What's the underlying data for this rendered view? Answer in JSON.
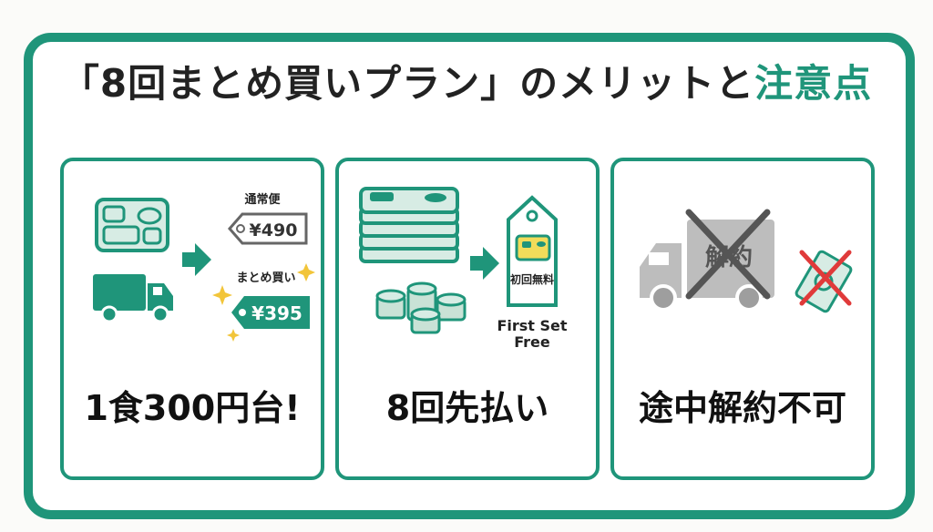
{
  "title": {
    "part1": "「8回まとめ買いプラン」",
    "part2": "のメリットと",
    "part3": "注意点"
  },
  "cards": [
    {
      "caption": "1食300円台!",
      "normal_label": "通常便",
      "normal_price": "¥490",
      "bulk_label": "まとめ買い",
      "bulk_price": "¥395"
    },
    {
      "caption": "8回先払い",
      "tag_label": "初回無料",
      "tag_text_line1": "First Set",
      "tag_text_line2": "Free"
    },
    {
      "caption": "途中解約不可",
      "truck_label": "解約"
    }
  ],
  "colors": {
    "brand": "#1f957a",
    "cross": "#e03a3a",
    "light_green": "#d7ece4",
    "yellow": "#f2dc5a",
    "gray": "#bdbdbd"
  },
  "icons": [
    "meal-tray-icon",
    "truck-icon",
    "arrow-icon",
    "price-tag-icon",
    "sparkle-icon",
    "stacked-trays-icon",
    "coins-icon",
    "cross-icon",
    "cancelled-ticket-icon"
  ]
}
